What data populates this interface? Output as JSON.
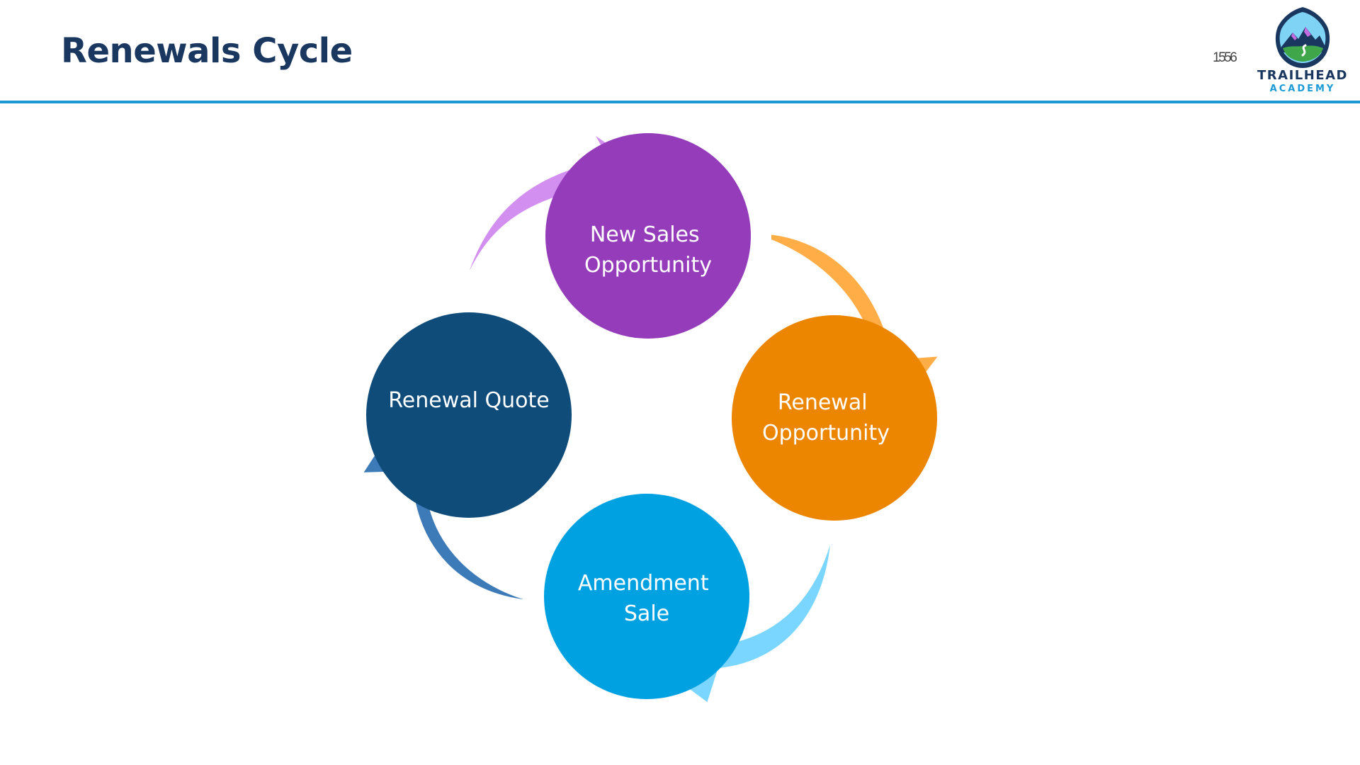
{
  "slide": {
    "title": "Renewals Cycle",
    "number": "1556"
  },
  "logo": {
    "primary": "TRAILHEAD",
    "secondary": "ACADEMY"
  },
  "cycle": {
    "stages": [
      {
        "id": "new-sales-opportunity",
        "lines": [
          "New Sales",
          "Opportunity"
        ],
        "color": "#953cbb"
      },
      {
        "id": "renewal-opportunity",
        "lines": [
          "Renewal",
          "Opportunity"
        ],
        "color": "#ec8500"
      },
      {
        "id": "amendment-sale",
        "lines": [
          "Amendment",
          "Sale"
        ],
        "color": "#00a1e0"
      },
      {
        "id": "renewal-quote",
        "lines": [
          "Renewal Quote"
        ],
        "color": "#0f4c7a"
      }
    ],
    "arrow_colors": [
      "#d28ff0",
      "#ffad47",
      "#7ad6ff",
      "#3d7ab8"
    ]
  }
}
